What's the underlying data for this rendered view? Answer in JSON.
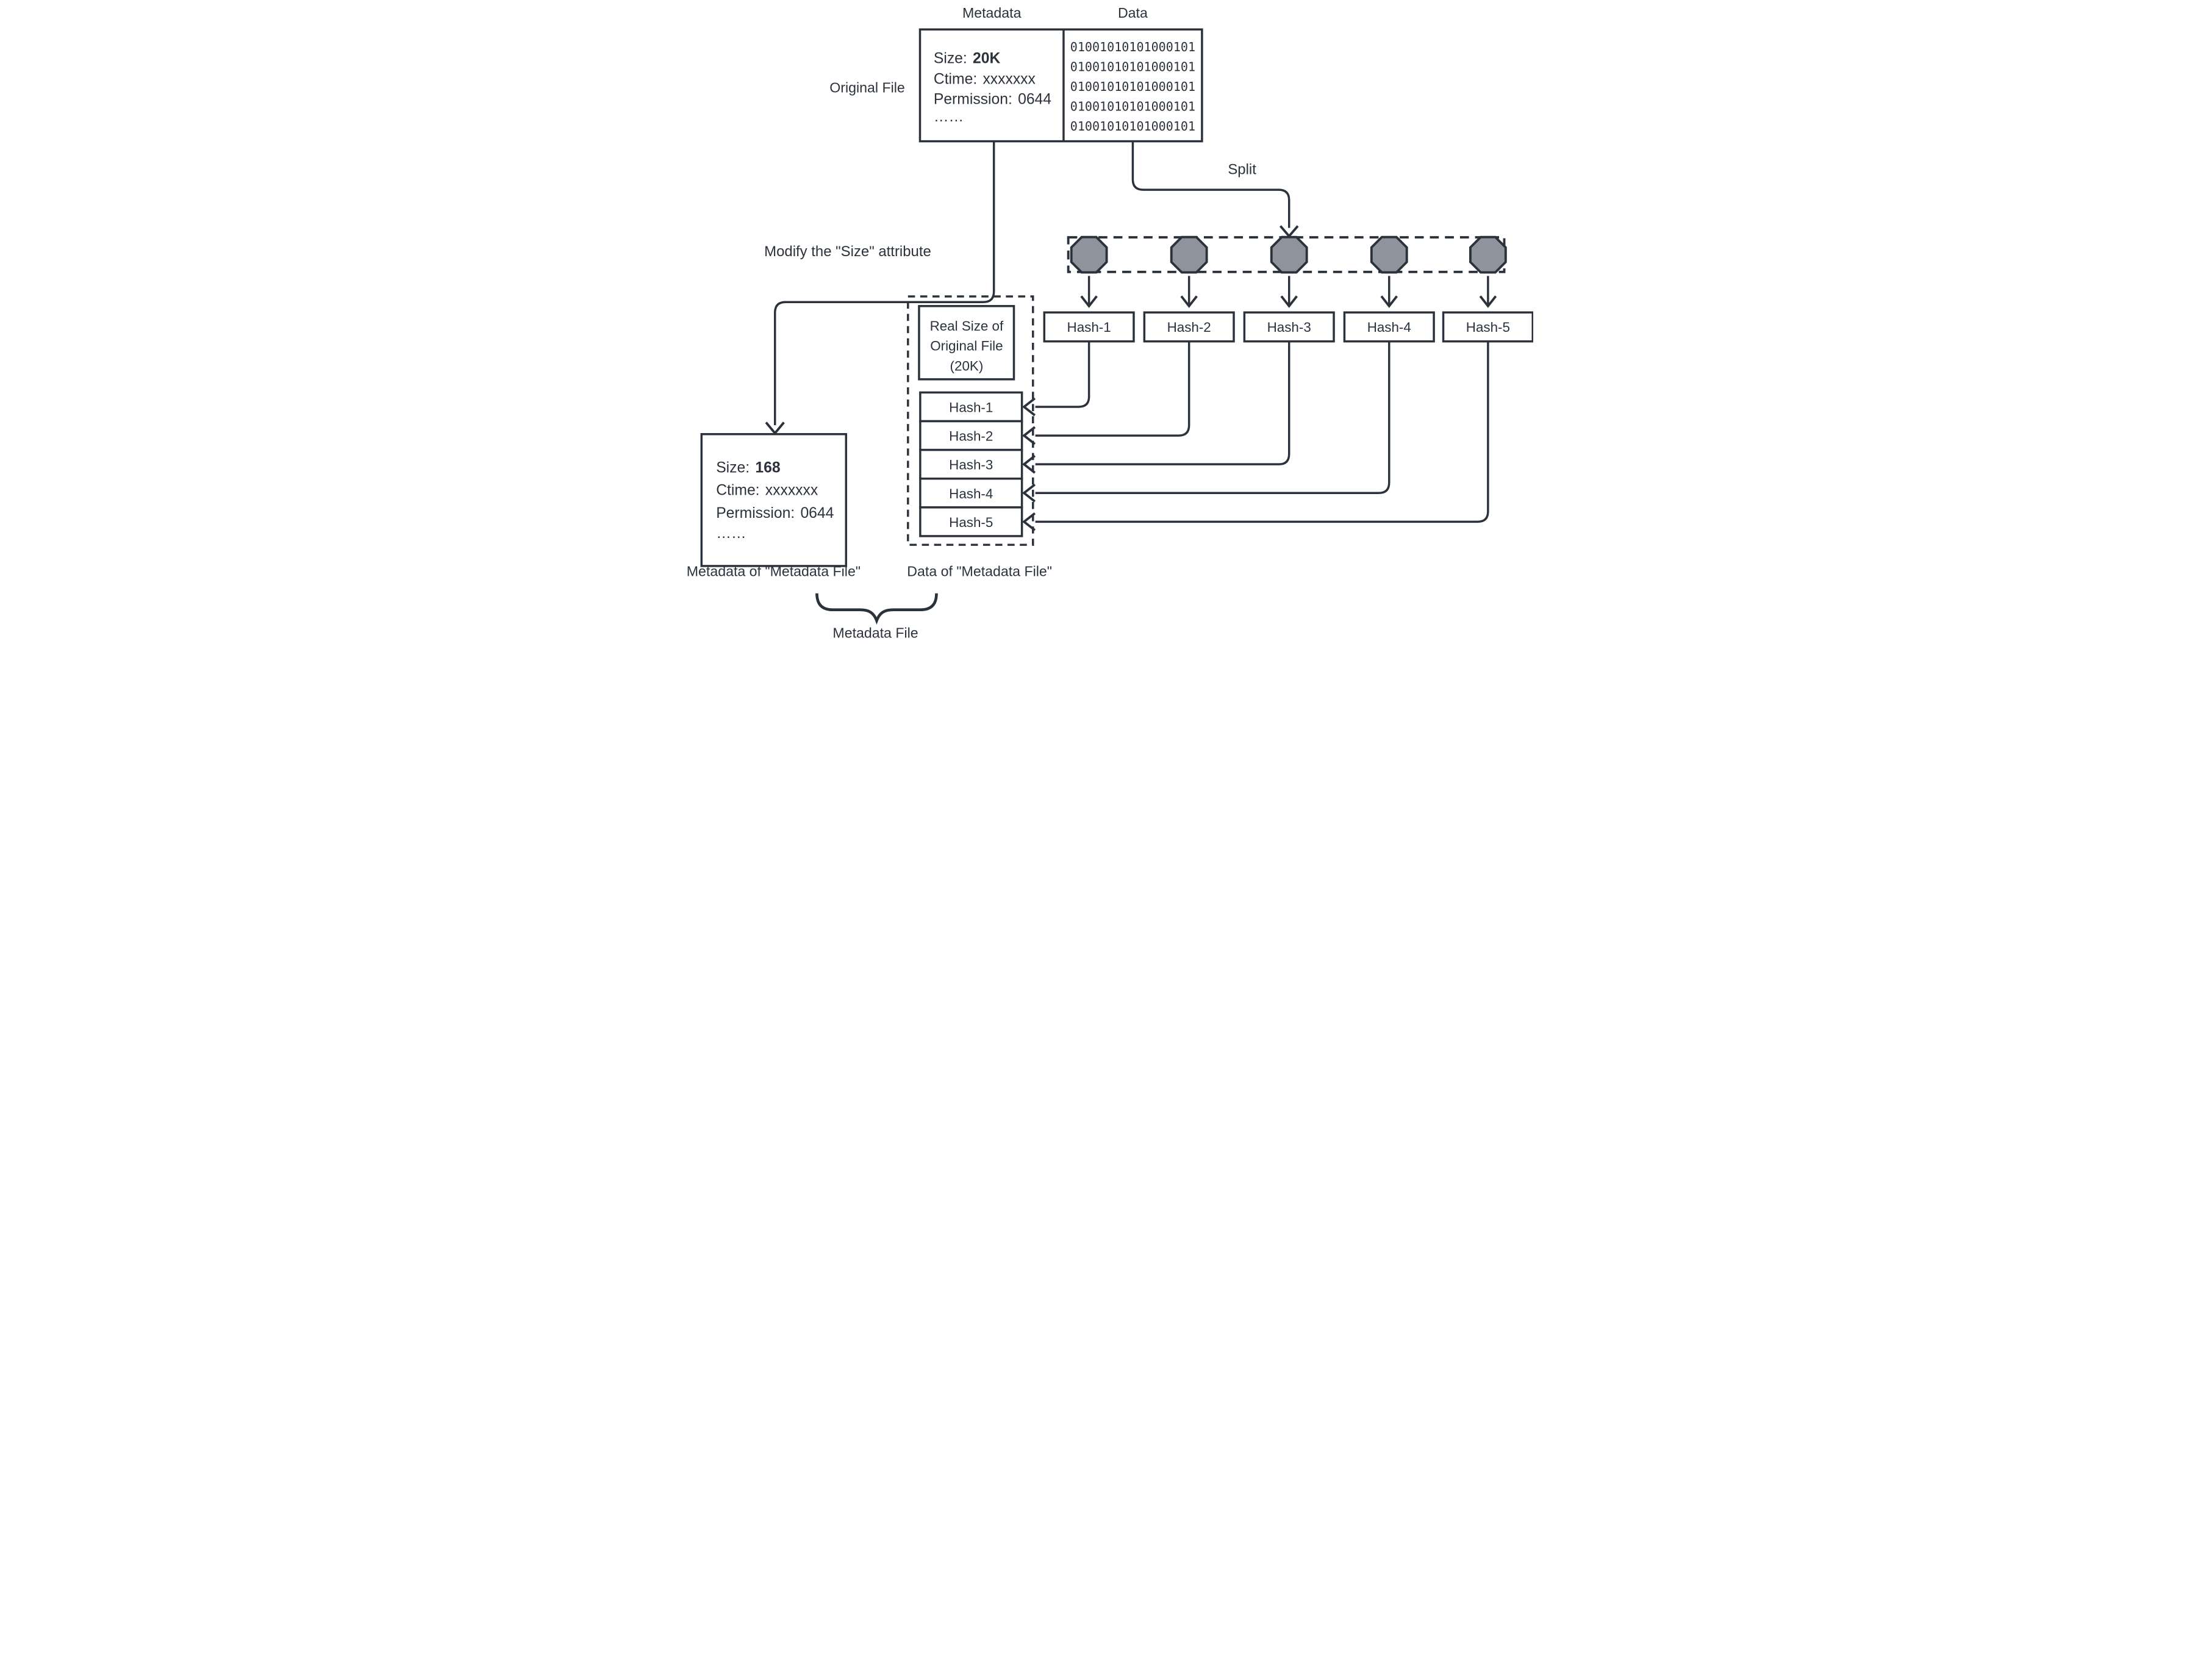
{
  "colors": {
    "ink": "#2b323c",
    "octagon_fill": "#8e939c",
    "background": "#ffffff"
  },
  "original_file": {
    "label": "Original File",
    "metadata_header": "Metadata",
    "data_header": "Data",
    "metadata_rows": [
      {
        "label": "Size:",
        "value": "20K"
      },
      {
        "label": "Ctime:",
        "value": "xxxxxxx"
      },
      {
        "label": "Permission:",
        "value": "0644"
      },
      {
        "label": "……",
        "value": ""
      }
    ],
    "data_lines": [
      "01001010101000101",
      "01001010101000101",
      "01001010101000101",
      "01001010101000101",
      "01001010101000101"
    ]
  },
  "annotations": {
    "modify": "Modify the \"Size\" attribute",
    "split": "Split"
  },
  "hash_outputs": [
    "Hash-1",
    "Hash-2",
    "Hash-3",
    "Hash-4",
    "Hash-5"
  ],
  "metadata_file": {
    "real_size_lines": [
      "Real Size of",
      "Original File",
      "(20K)"
    ],
    "hash_list": [
      "Hash-1",
      "Hash-2",
      "Hash-3",
      "Hash-4",
      "Hash-5"
    ],
    "metadata_rows": [
      {
        "label": "Size:",
        "value": "168"
      },
      {
        "label": "Ctime:",
        "value": "xxxxxxx"
      },
      {
        "label": "Permission:",
        "value": "0644"
      },
      {
        "label": "……",
        "value": ""
      }
    ],
    "metadata_label": "Metadata of \"Metadata File\"",
    "data_label": "Data of \"Metadata File\"",
    "group_label": "Metadata File"
  }
}
